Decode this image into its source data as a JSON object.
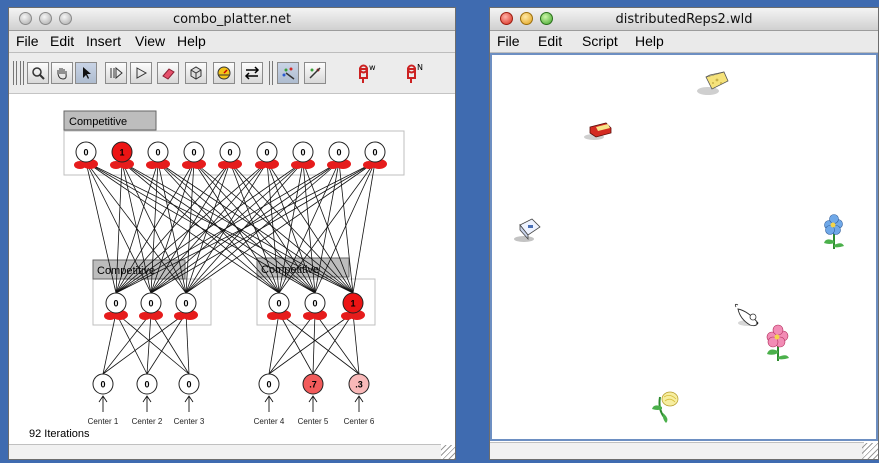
{
  "left_window": {
    "title": "combo_platter.net",
    "menu": [
      "File",
      "Edit",
      "Insert",
      "View",
      "Help"
    ],
    "tool_icons": [
      "zoom-icon",
      "hand-icon",
      "arrow-icon",
      "step-icon",
      "play-icon",
      "eraser-icon",
      "random-icon",
      "clamp-icon",
      "swap-icon",
      "wand-icon",
      "clear-icon",
      "neuron-out-icon",
      "neuron-in-icon"
    ],
    "tool_superscripts": {
      "neuron-out": "w",
      "neuron-in": "N"
    },
    "network": {
      "top_group_label": "Competitive",
      "top_values": [
        "0",
        "1",
        "0",
        "0",
        "0",
        "0",
        "0",
        "0",
        "0"
      ],
      "mid_left_label": "Competitive",
      "mid_left_values": [
        "0",
        "0",
        "0"
      ],
      "mid_right_label": "Competitive",
      "mid_right_values": [
        "0",
        "0",
        "1"
      ],
      "input_values": [
        "0",
        "0",
        "0",
        "0",
        ".7",
        ".3"
      ],
      "center_labels": [
        "Center 1",
        "Center 2",
        "Center 3",
        "Center 4",
        "Center 5",
        "Center 6"
      ]
    },
    "iterations": "92 Iterations"
  },
  "right_window": {
    "title": "distributedReps2.wld",
    "menu": [
      "File",
      "Edit",
      "Script",
      "Help"
    ],
    "objects": [
      "cheese-wedge",
      "cheese-wheel",
      "milk-carton",
      "blue-flower",
      "mouse",
      "pink-flower",
      "yellow-flower"
    ]
  }
}
